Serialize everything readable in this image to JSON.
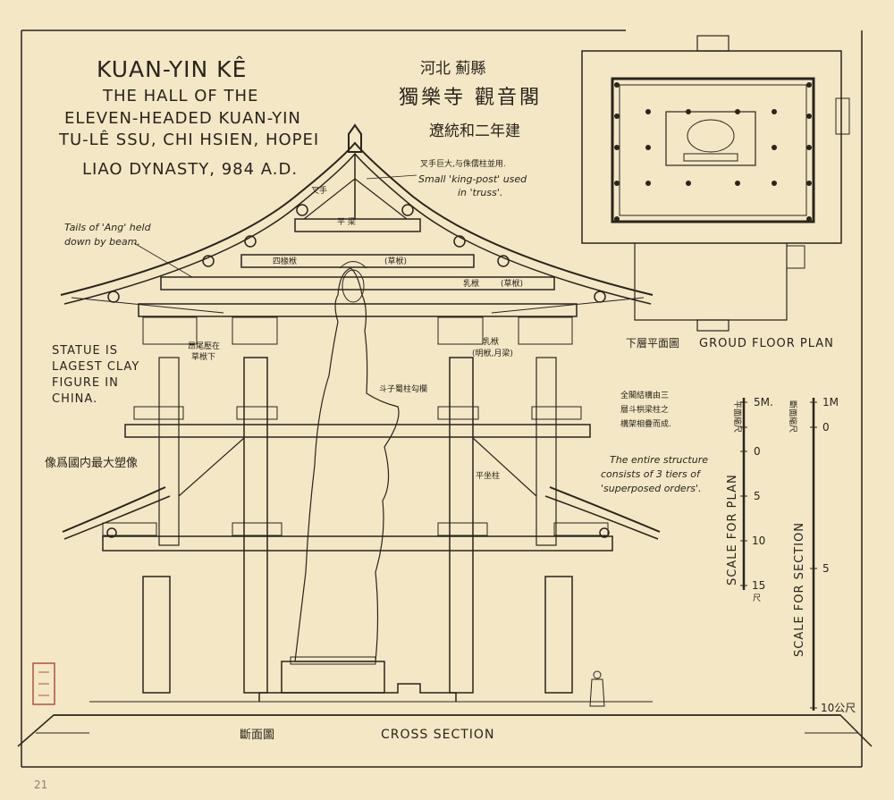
{
  "title_block": {
    "lines": [
      "KUAN-YIN KÊ",
      "THE HALL OF THE",
      "ELEVEN-HEADED KUAN-YIN",
      "TU-LÊ SSU, CHI HSIEN, HOPEI",
      "LIAO DYNASTY, 984 A.D."
    ]
  },
  "chinese_title": {
    "location": "河北 薊縣",
    "name": "獨樂寺 觀音閣",
    "date": "遼統和二年建"
  },
  "notes": {
    "king_post_zh": "叉手巨大,与侏儒柱並用.",
    "king_post_en": [
      "Small 'king-post' used",
      "in 'truss'."
    ],
    "ang_tails": [
      "Tails of 'Ang' held",
      "down by beam."
    ],
    "statue_en": [
      "STATUE IS",
      "LAGEST CLAY",
      "FIGURE IN",
      "CHINA."
    ],
    "statue_zh": "像爲國内最大塑像",
    "structure_zh": [
      "全閣結構由三",
      "層斗栱梁柱之",
      "構架相疊而成."
    ],
    "structure_en": [
      "The entire structure",
      "consists of 3 tiers of",
      "'superposed orders'."
    ]
  },
  "member_labels": {
    "ping_liang": "平 梁",
    "si_chuan_fu": "四椽栿",
    "cao_fu_1": "(草栿)",
    "ru_fu_top": "乳栿",
    "cao_fu_2": "(草栿)",
    "ru_fu_mid": "乳栿",
    "ming_fu": "(明栿,月梁)",
    "cha_shou": "叉手",
    "ang_wei": [
      "昂尾壓在",
      "草栿下"
    ],
    "dou_gong": "斗子蜀柱勾欄",
    "ping_zuo_zhu": "平坐柱"
  },
  "plan": {
    "label": "GROUD FLOOR PLAN",
    "label_zh": "下層平面圖"
  },
  "section": {
    "label": "CROSS SECTION",
    "label_zh": "斷面圖"
  },
  "scale_plan": {
    "title": "SCALE FOR PLAN",
    "title_zh": "平面縮尺",
    "ticks": [
      "5M.",
      "0",
      "5",
      "10",
      "15",
      "尺"
    ]
  },
  "scale_section": {
    "title": "SCALE FOR SECTION",
    "title_zh": "斷面縮尺",
    "ticks": [
      "1M",
      "0",
      "5",
      "10公尺"
    ]
  },
  "page_number": "21"
}
